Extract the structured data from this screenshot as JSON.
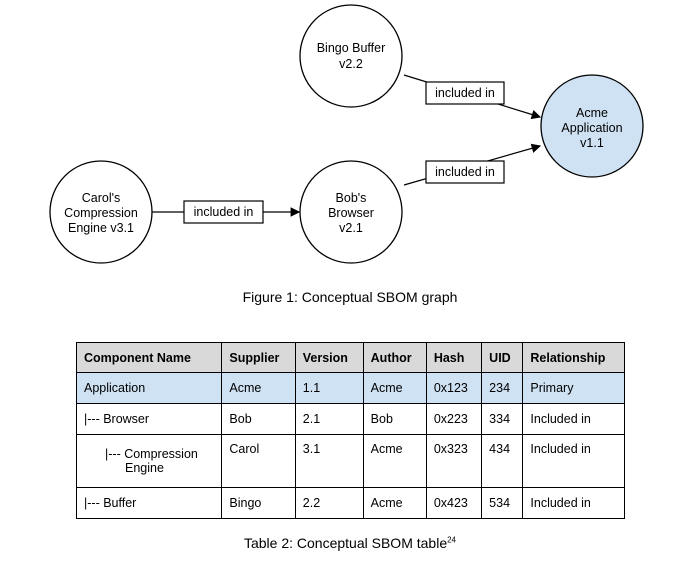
{
  "graph": {
    "nodes": {
      "bingo": {
        "line1": "Bingo Buffer",
        "line2": "v2.2"
      },
      "acme": {
        "line1": "Acme",
        "line2": "Application",
        "line3": "v1.1",
        "fill": "#cfe2f3"
      },
      "carol": {
        "line1": "Carol's",
        "line2": "Compression",
        "line3": "Engine v3.1"
      },
      "bob": {
        "line1": "Bob's",
        "line2": "Browser",
        "line3": "v2.1"
      }
    },
    "edges": {
      "bingo_to_acme": "included in",
      "bob_to_acme": "included in",
      "carol_to_bob": "included in"
    }
  },
  "figure_caption": "Figure 1: Conceptual SBOM graph",
  "table": {
    "headers": [
      "Component Name",
      "Supplier",
      "Version",
      "Author",
      "Hash",
      "UID",
      "Relationship"
    ],
    "rows": [
      {
        "name": "Application",
        "supplier": "Acme",
        "version": "1.1",
        "author": "Acme",
        "hash": "0x123",
        "uid": "234",
        "relationship": "Primary"
      },
      {
        "name": "|--- Browser",
        "supplier": "Bob",
        "version": "2.1",
        "author": "Bob",
        "hash": "0x223",
        "uid": "334",
        "relationship": "Included in"
      },
      {
        "name_line1": "|--- Compression",
        "name_line2": "Engine",
        "supplier": "Carol",
        "version": "3.1",
        "author": "Acme",
        "hash": "0x323",
        "uid": "434",
        "relationship": "Included in"
      },
      {
        "name": "|--- Buffer",
        "supplier": "Bingo",
        "version": "2.2",
        "author": "Acme",
        "hash": "0x423",
        "uid": "534",
        "relationship": "Included in"
      }
    ],
    "highlight_color": "#cfe2f3",
    "header_color": "#d9d9d9"
  },
  "table_caption": "Table 2: Conceptual SBOM table",
  "table_caption_sup": "24"
}
